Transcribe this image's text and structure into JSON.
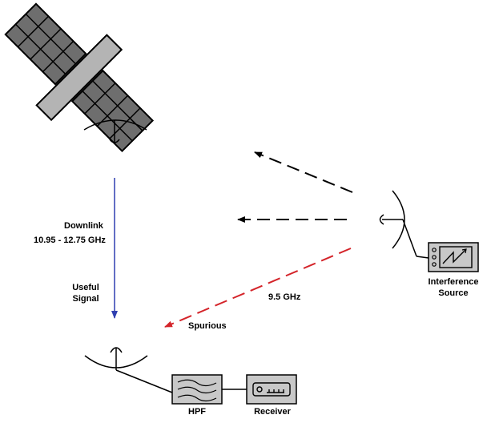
{
  "labels": {
    "downlink": "Downlink",
    "frequency_range": "10.95 - 12.75 GHz",
    "useful_line1": "Useful",
    "useful_line2": "Signal",
    "interference_line1": "Interference",
    "interference_line2": "Source",
    "interference_freq": "9.5 GHz",
    "spurious": "Spurious",
    "hpf": "HPF",
    "receiver": "Receiver"
  },
  "colors": {
    "useful_signal": "#2f3fb0",
    "spurious_signal": "#d4242a",
    "interference_signal": "#000000",
    "panel_fill": "#6e6e6e",
    "body_fill": "#b4b4b4",
    "box_fill": "#c8c8c8"
  },
  "icons": {
    "satellite": "satellite-icon",
    "signal_generator": "signal-generator-icon",
    "filter": "filter-wave-icon",
    "receiver": "receiver-icon",
    "dish": "satellite-dish-icon"
  }
}
